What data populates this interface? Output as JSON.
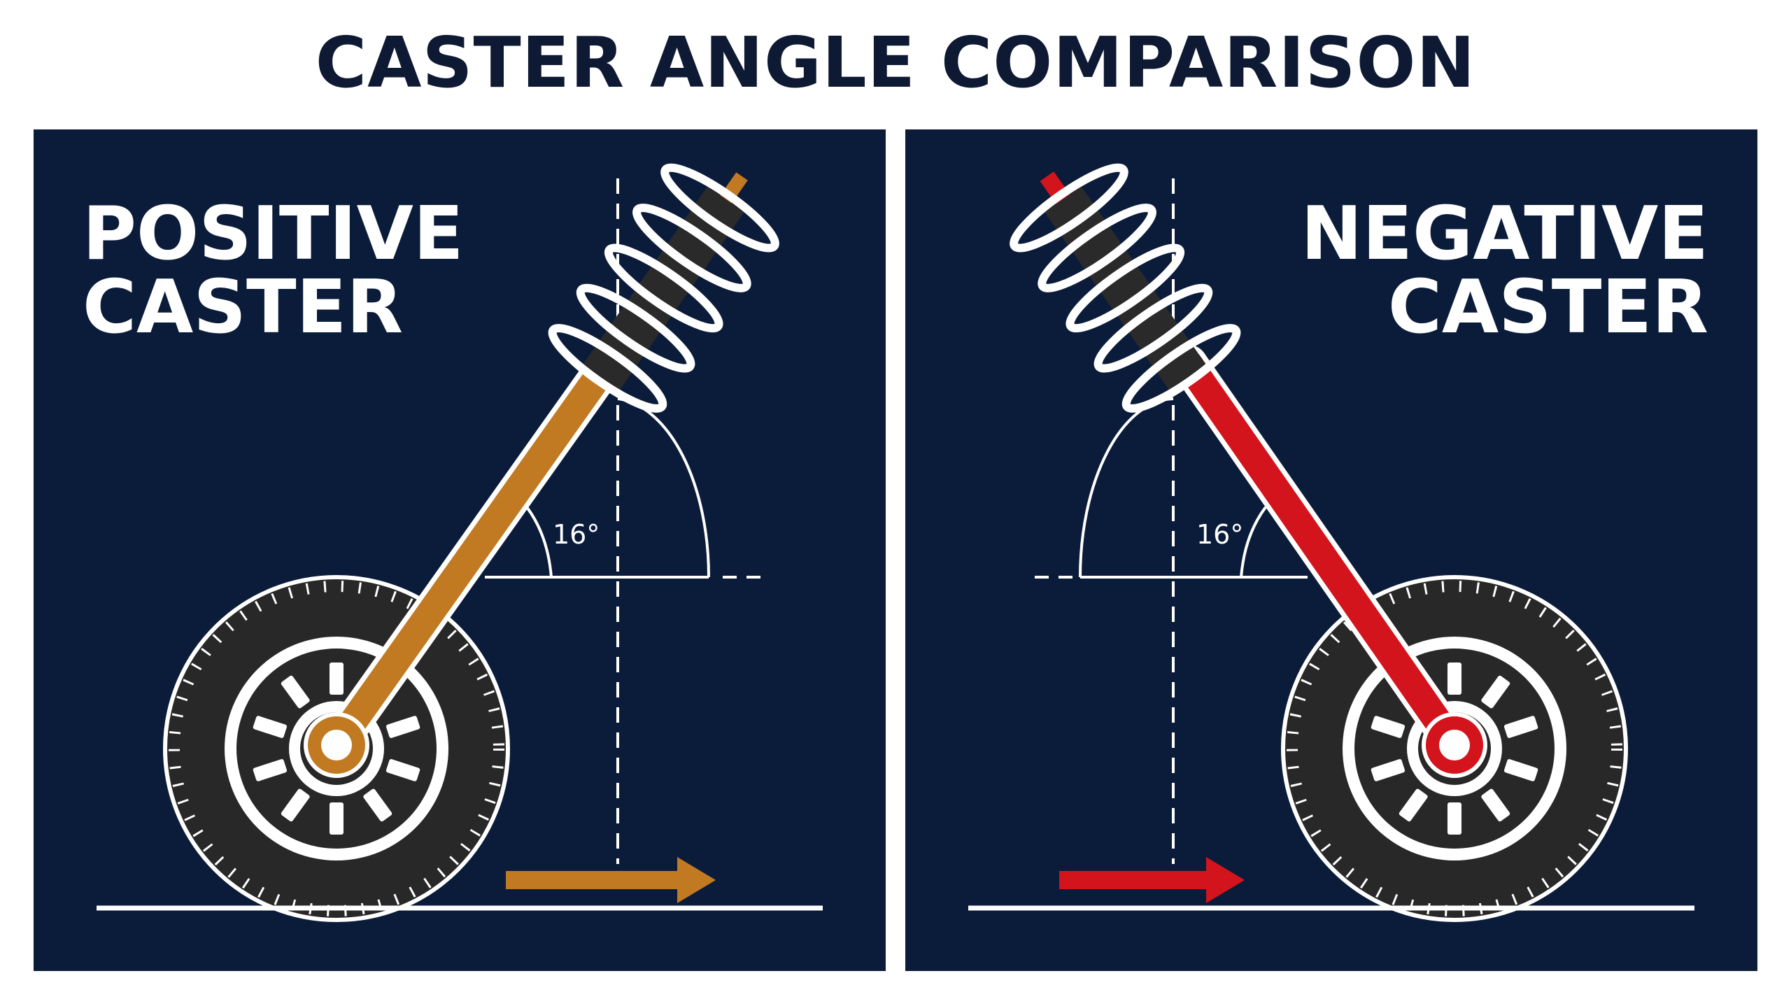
{
  "title": "CASTER ANGLE COMPARISON",
  "colors": {
    "background": "#ffffff",
    "panel": "#0b1c3a",
    "title": "#0e1a33",
    "positive_accent": "#c27a22",
    "negative_accent": "#d4141c",
    "line": "#ffffff",
    "tire": "#282828"
  },
  "panels": [
    {
      "id": "positive",
      "label_line1": "POSITIVE",
      "label_line2": "CASTER",
      "angle_label": "16°",
      "accent": "#c27a22"
    },
    {
      "id": "negative",
      "label_line1": "NEGATIVE",
      "label_line2": "CASTER",
      "angle_label": "16°",
      "accent": "#d4141c"
    }
  ]
}
